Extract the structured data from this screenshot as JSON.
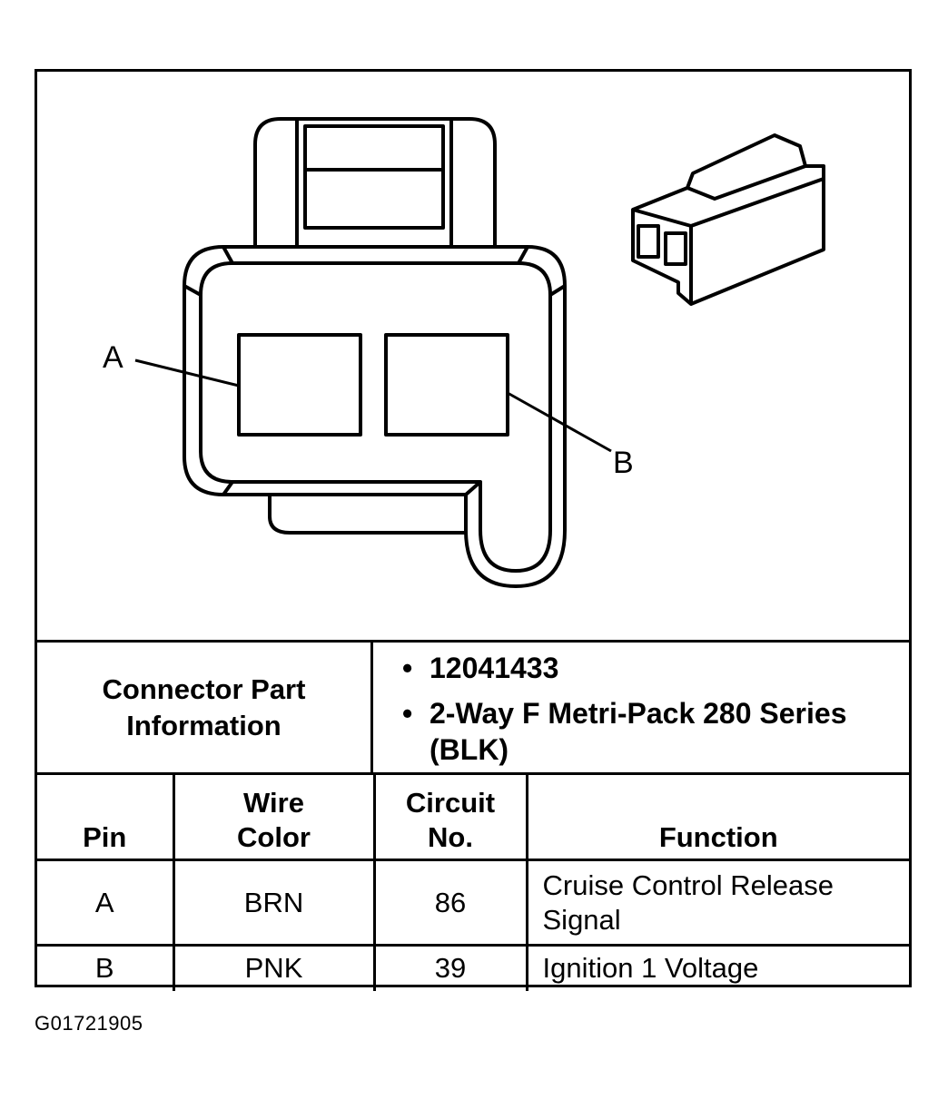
{
  "diagram": {
    "pin_label_a": "A",
    "pin_label_b": "B"
  },
  "connector_info": {
    "label": "Connector Part Information",
    "bullets": [
      "12041433",
      "2-Way F Metri-Pack 280 Series (BLK)"
    ]
  },
  "pin_table": {
    "headers": [
      "Pin",
      "Wire Color",
      "Circuit No.",
      "Function"
    ],
    "rows": [
      {
        "pin": "A",
        "wire_color": "BRN",
        "circuit": "86",
        "function": "Cruise Control Release Signal"
      },
      {
        "pin": "B",
        "wire_color": "PNK",
        "circuit": "39",
        "function": "Ignition 1 Voltage"
      }
    ]
  },
  "figure_id": "G01721905"
}
